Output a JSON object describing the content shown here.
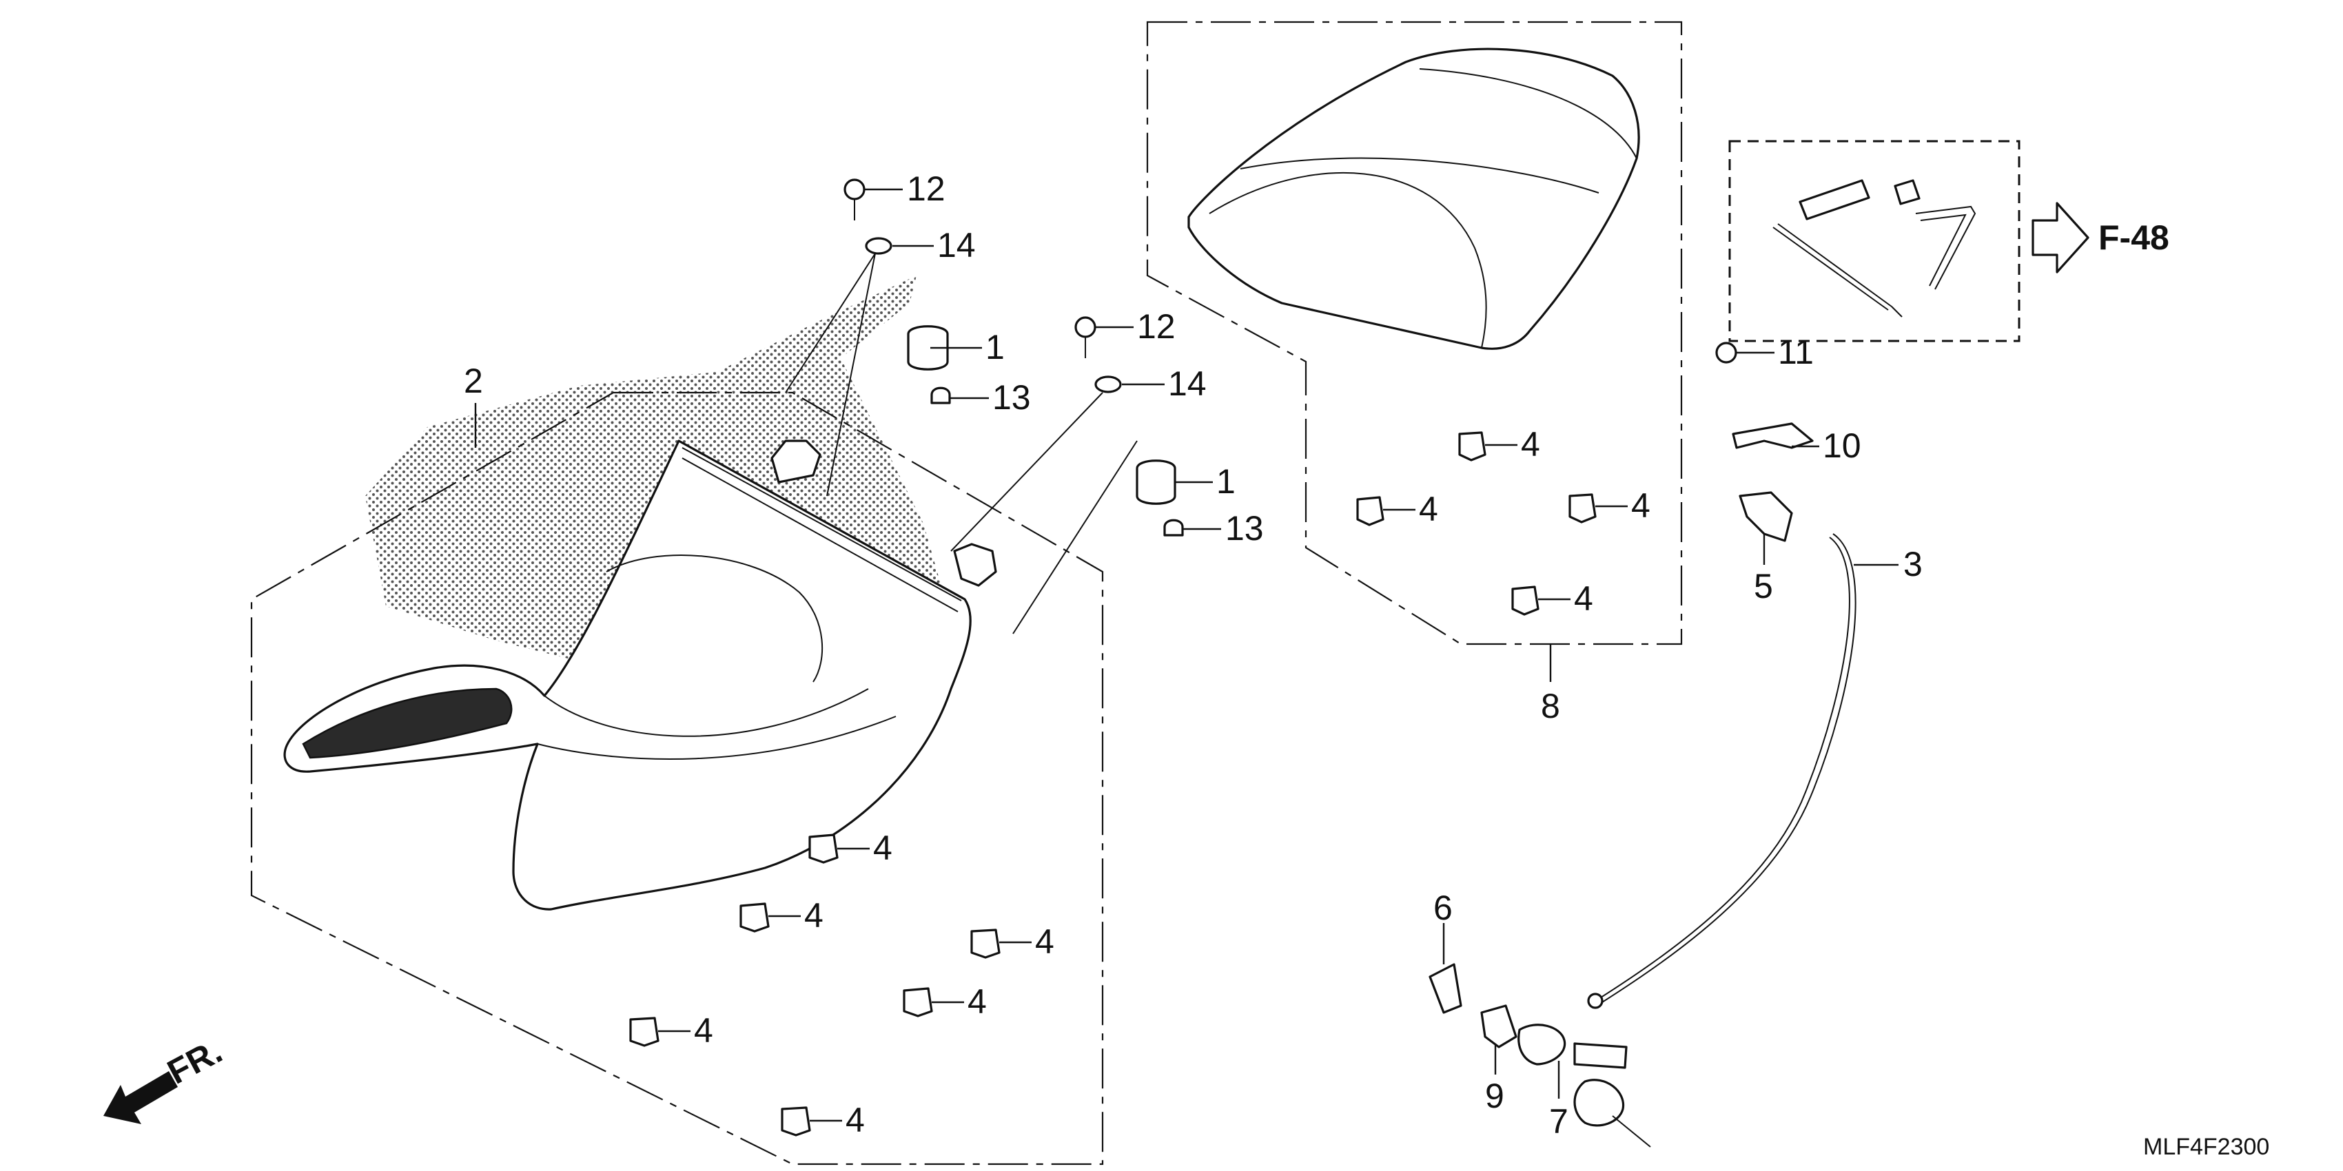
{
  "callouts": {
    "c1a": "1",
    "c1b": "1",
    "c2": "2",
    "c3": "3",
    "c4": [
      "4",
      "4",
      "4",
      "4",
      "4",
      "4",
      "4",
      "4",
      "4",
      "4"
    ],
    "c5": "5",
    "c6": "6",
    "c7": "7",
    "c8": "8",
    "c9": "9",
    "c10": "10",
    "c11": "11",
    "c12a": "12",
    "c12b": "12",
    "c13a": "13",
    "c13b": "13",
    "c14a": "14",
    "c14b": "14"
  },
  "reference": {
    "label": "F-48"
  },
  "front_marker": {
    "label": "FR."
  },
  "diagram_code": "MLF4F2300",
  "colors": {
    "line": "#111111",
    "background": "#ffffff",
    "dots": "#555555"
  }
}
